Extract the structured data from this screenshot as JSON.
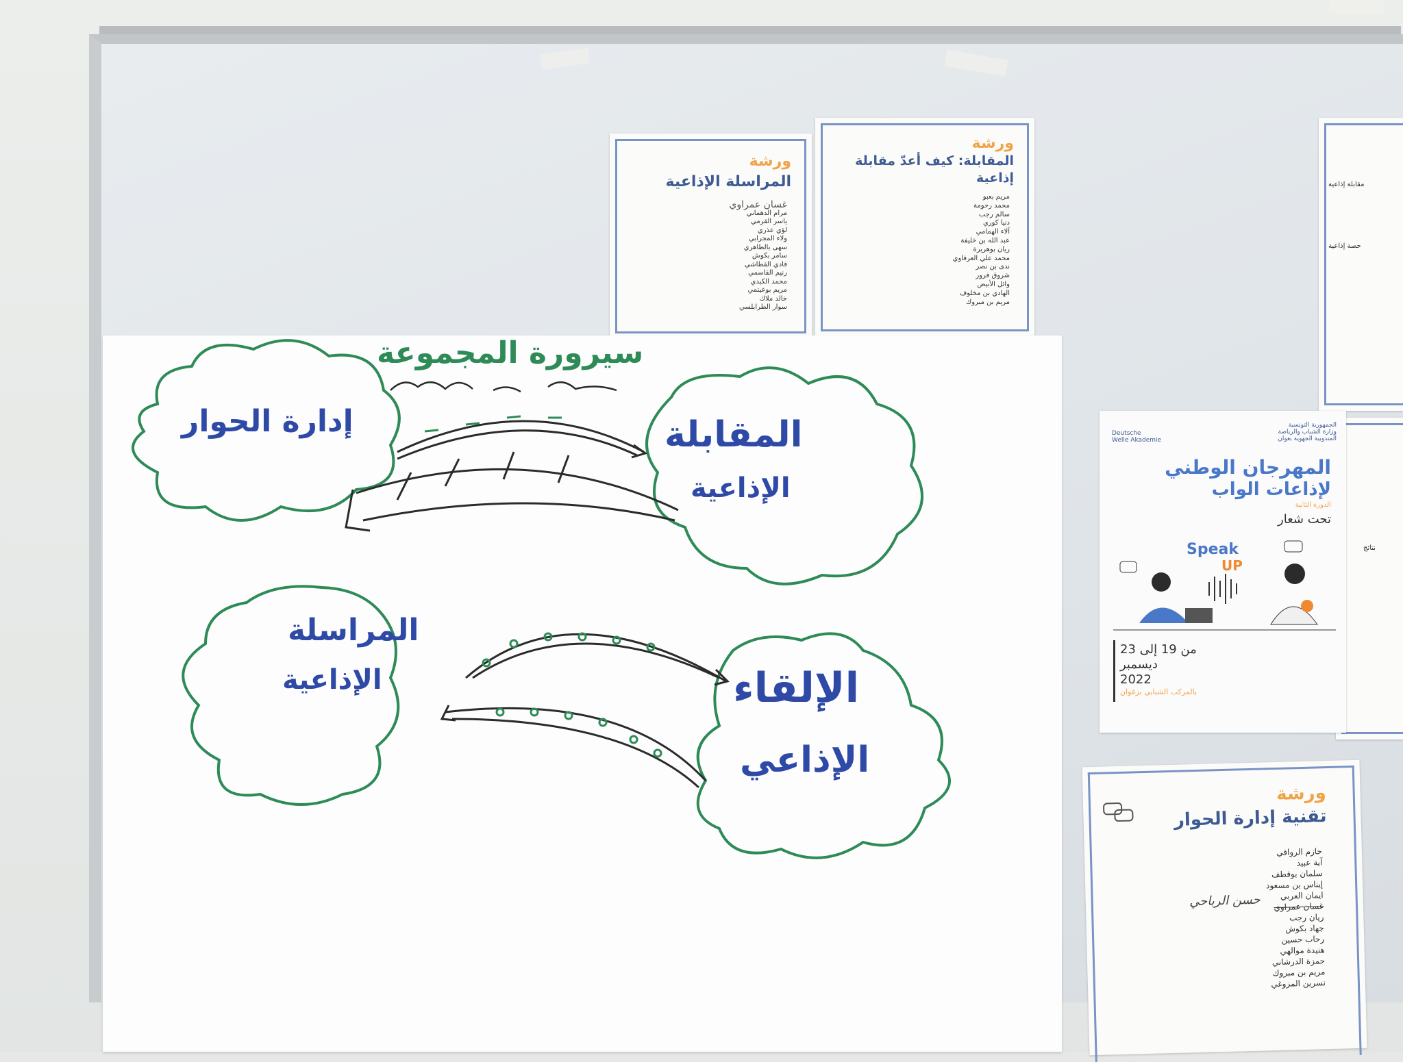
{
  "poster": {
    "title": "سيرورة المجموعة",
    "clouds": {
      "top_left": "إدارة الحوار",
      "top_right_line1": "المقابلة",
      "top_right_line2": "الإذاعية",
      "bottom_left_line1": "المراسلة",
      "bottom_left_line2": "الإذاعية",
      "bottom_right_line1": "الإلقاء",
      "bottom_right_line2": "الإذاعي"
    }
  },
  "sheet_reporting": {
    "label": "ورشة",
    "title": "المراسلة الإذاعية",
    "names": [
      "غسان عمراوي",
      "مرام الدهماني",
      "ياسر القرمي",
      "لؤي عذري",
      "ولاء المجرابي",
      "سهى بالطاهري",
      "سامر بكوش",
      "فادي القطاشي",
      "رنيم القاسمي",
      "محمد الكبدي",
      "مريم بوعيتمي",
      "خالد ملاك",
      "سوار الطرابلسي"
    ]
  },
  "sheet_interview": {
    "label": "ورشة",
    "title_line1": "المقابلة: كيف أعدّ مقابلة",
    "title_line2": "إذاعية",
    "names": [
      "مريم بعبو",
      "محمد رحومة",
      "سالم رجب",
      "دنيا كوري",
      "آلاء الهمامي",
      "عبد الله بن خليفة",
      "ريان بوهريرة",
      "محمد علي العرفاوي",
      "ندى بن نصر",
      "شروق فرور",
      "وائل الأبيض",
      "الهادي بن مخلوف",
      "مريم بن مبروك"
    ]
  },
  "sheet_dialogue": {
    "label": "ورشة",
    "title": "تقنية إدارة الحوار",
    "names": [
      "حازم الرواقي",
      "آية عبيد",
      "سلمان بوقطف",
      "إيناس بن مسعود",
      "ايمان العربي",
      "غسان عمراوي",
      "ريان رجب",
      "جهاد بكوش",
      "رحاب حسين",
      "هنيدة موالهي",
      "حمزة الدرشاني",
      "مريم بن مبروك",
      "نسرين المزوغي"
    ],
    "handwritten_replacement": "حسن الرباحي"
  },
  "sheet_right_partial": {
    "line1": "مقابلة إذاعية",
    "line2": "حصة إذاعية",
    "line3": "نتائج"
  },
  "festival": {
    "header_right": "الجمهورية التونسية\nوزارة الشباب والرياضة\nالمندوبية الجهوية بغوان",
    "header_left": "Deutsche\nWelle Akademie",
    "title_line1": "المهرجان الوطني",
    "title_line2": "لإذاعات الواب",
    "edition": "الدورة الثانية",
    "slogan_label": "تحت شعار",
    "speak": "Speak",
    "up": "UP",
    "dates_line1": "من 19 إلى 23",
    "dates_line2": "ديسمبر",
    "year": "2022",
    "venue": "بالمركب الشبابي بزغوان"
  },
  "colors": {
    "marker_blue": "#2f4aa6",
    "marker_green": "#2e8b57",
    "ink_black": "#2b2b2b",
    "sheet_orange": "#f0a347",
    "sheet_navy": "#3e5a93",
    "frame_blue": "#7a93c6"
  }
}
